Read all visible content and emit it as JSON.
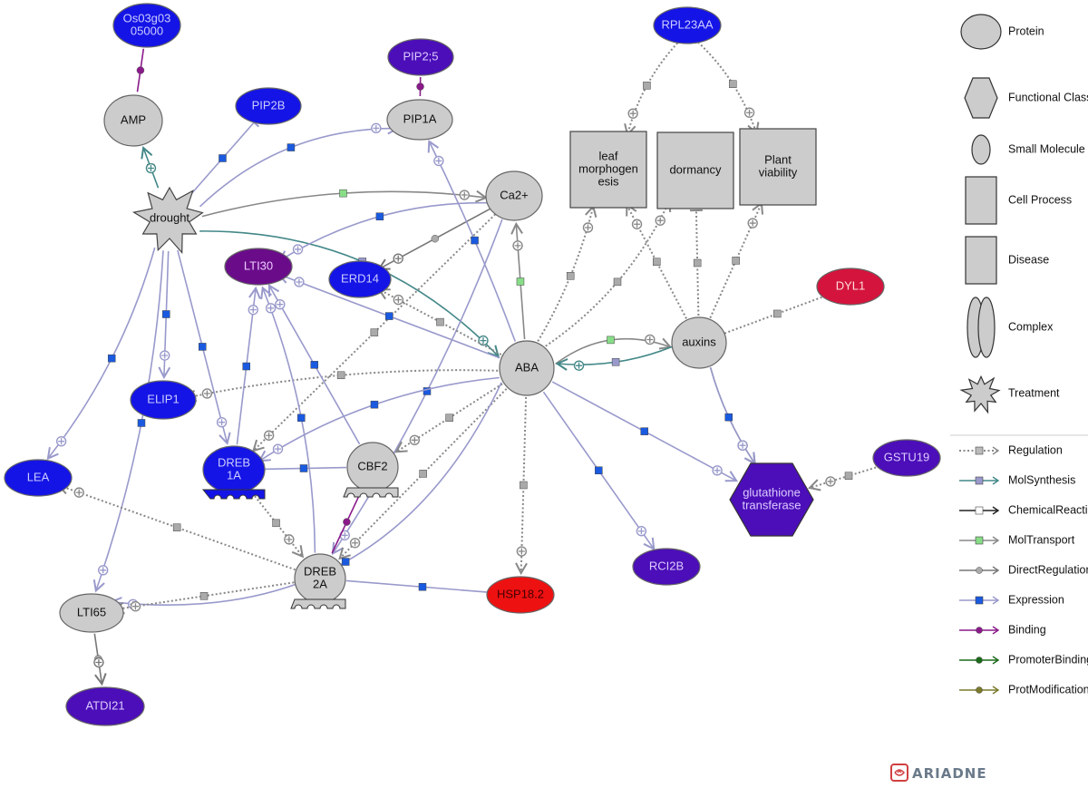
{
  "colors": {
    "grey_node": "#cccccc",
    "blue_node": "#1414e6",
    "purple_node": "#4b0eb8",
    "magenta_node": "#6a0c8a",
    "red_node": "#ee1111",
    "crimson_node": "#d4143c",
    "expression": "#9999cc",
    "regulation": "#888888",
    "molsynthesis": "#448888",
    "moltransport": "#888888",
    "directregulation": "#777777",
    "binding": "#8a1a8a",
    "promoterbinding": "#1a6a1a",
    "protmodification": "#7a7a2a"
  },
  "nodes": [
    {
      "id": "Os03g0305000",
      "lines": [
        "Os03g03",
        "05000"
      ],
      "shape": "ellipse",
      "fill": "blue_node",
      "text_color": "#ccccff"
    },
    {
      "id": "AMP",
      "lines": [
        "AMP"
      ],
      "shape": "ellipse",
      "fill": "grey_node",
      "text_color": "#111111"
    },
    {
      "id": "PIP2B",
      "lines": [
        "PIP2B"
      ],
      "shape": "ellipse",
      "fill": "blue_node",
      "text_color": "#ccccff"
    },
    {
      "id": "PIP2;5",
      "lines": [
        "PIP2;5"
      ],
      "shape": "ellipse",
      "fill": "purple_node",
      "text_color": "#ddccff"
    },
    {
      "id": "PIP1A",
      "lines": [
        "PIP1A"
      ],
      "shape": "ellipse",
      "fill": "grey_node",
      "text_color": "#111111"
    },
    {
      "id": "RPL23AA",
      "lines": [
        "RPL23AA"
      ],
      "shape": "ellipse",
      "fill": "blue_node",
      "text_color": "#ccccff"
    },
    {
      "id": "leaf morphogenesis",
      "lines": [
        "leaf",
        "morphogen",
        "esis"
      ],
      "shape": "rect",
      "fill": "grey_node",
      "text_color": "#111111"
    },
    {
      "id": "dormancy",
      "lines": [
        "dormancy"
      ],
      "shape": "rect",
      "fill": "grey_node",
      "text_color": "#111111"
    },
    {
      "id": "Plant viability",
      "lines": [
        "Plant",
        "viability"
      ],
      "shape": "rect",
      "fill": "grey_node",
      "text_color": "#111111"
    },
    {
      "id": "Ca2+",
      "lines": [
        "Ca2+"
      ],
      "shape": "ellipse",
      "fill": "grey_node",
      "text_color": "#111111"
    },
    {
      "id": "drought",
      "lines": [
        "drought"
      ],
      "shape": "star",
      "fill": "grey_node",
      "text_color": "#111111"
    },
    {
      "id": "LTI30",
      "lines": [
        "LTI30"
      ],
      "shape": "ellipse",
      "fill": "magenta_node",
      "text_color": "#eeccff"
    },
    {
      "id": "ERD14",
      "lines": [
        "ERD14"
      ],
      "shape": "ellipse",
      "fill": "blue_node",
      "text_color": "#ccccff"
    },
    {
      "id": "DYL1",
      "lines": [
        "DYL1"
      ],
      "shape": "ellipse",
      "fill": "crimson_node",
      "text_color": "#ffdddd"
    },
    {
      "id": "auxins",
      "lines": [
        "auxins"
      ],
      "shape": "ellipse",
      "fill": "grey_node",
      "text_color": "#111111"
    },
    {
      "id": "ABA",
      "lines": [
        "ABA"
      ],
      "shape": "ellipse",
      "fill": "grey_node",
      "text_color": "#111111"
    },
    {
      "id": "ELIP1",
      "lines": [
        "ELIP1"
      ],
      "shape": "ellipse",
      "fill": "blue_node",
      "text_color": "#ccccff"
    },
    {
      "id": "DREB1A",
      "lines": [
        "DREB",
        "1A"
      ],
      "shape": "ellipse",
      "fill": "blue_node",
      "text_color": "#ccccff"
    },
    {
      "id": "CBF2",
      "lines": [
        "CBF2"
      ],
      "shape": "ellipse",
      "fill": "grey_node",
      "text_color": "#111111"
    },
    {
      "id": "GSTU19",
      "lines": [
        "GSTU19"
      ],
      "shape": "ellipse",
      "fill": "purple_node",
      "text_color": "#ddccff"
    },
    {
      "id": "glutathione transferase",
      "lines": [
        "glutathione",
        "transferase"
      ],
      "shape": "hexagon",
      "fill": "purple_node",
      "text_color": "#ddccff"
    },
    {
      "id": "LEA",
      "lines": [
        "LEA"
      ],
      "shape": "ellipse",
      "fill": "blue_node",
      "text_color": "#ccccff"
    },
    {
      "id": "DREB2A",
      "lines": [
        "DREB",
        "2A"
      ],
      "shape": "ellipse",
      "fill": "grey_node",
      "text_color": "#111111"
    },
    {
      "id": "HSP18.2",
      "lines": [
        "HSP18.2"
      ],
      "shape": "ellipse",
      "fill": "red_node",
      "text_color": "#440000"
    },
    {
      "id": "RCI2B",
      "lines": [
        "RCI2B"
      ],
      "shape": "ellipse",
      "fill": "purple_node",
      "text_color": "#ddccff"
    },
    {
      "id": "LTI65",
      "lines": [
        "LTI65"
      ],
      "shape": "ellipse",
      "fill": "grey_node",
      "text_color": "#111111"
    },
    {
      "id": "ATDI21",
      "lines": [
        "ATDI21"
      ],
      "shape": "ellipse",
      "fill": "purple_node",
      "text_color": "#ddccff"
    }
  ],
  "edges": [
    {
      "from": "Os03g0305000",
      "to": "AMP",
      "type": "binding"
    },
    {
      "from": "PIP2;5",
      "to": "PIP1A",
      "type": "binding"
    },
    {
      "from": "drought",
      "to": "AMP",
      "type": "molsynthesis"
    },
    {
      "from": "drought",
      "to": "PIP2B",
      "type": "expression",
      "end": "bar"
    },
    {
      "from": "drought",
      "to": "PIP1A",
      "type": "expression"
    },
    {
      "from": "drought",
      "to": "Ca2+",
      "type": "moltransport"
    },
    {
      "from": "drought",
      "to": "ABA",
      "type": "molsynthesis"
    },
    {
      "from": "drought",
      "to": "LEA",
      "type": "expression"
    },
    {
      "from": "drought",
      "to": "ELIP1",
      "type": "expression"
    },
    {
      "from": "drought",
      "to": "DREB1A",
      "type": "expression"
    },
    {
      "from": "drought",
      "to": "LTI65",
      "type": "expression"
    },
    {
      "from": "RPL23AA",
      "to": "leaf morphogenesis",
      "type": "regulation"
    },
    {
      "from": "RPL23AA",
      "to": "Plant viability",
      "type": "regulation"
    },
    {
      "from": "Ca2+",
      "to": "LTI30",
      "type": "expression"
    },
    {
      "from": "Ca2+",
      "to": "ERD14",
      "type": "directregulation"
    },
    {
      "from": "Ca2+",
      "to": "DREB2A",
      "type": "expression"
    },
    {
      "from": "Ca2+",
      "to": "DREB1A",
      "type": "regulation"
    },
    {
      "from": "ABA",
      "to": "PIP1A",
      "type": "expression"
    },
    {
      "from": "ABA",
      "to": "Ca2+",
      "type": "moltransport"
    },
    {
      "from": "ABA",
      "to": "leaf morphogenesis",
      "type": "regulation"
    },
    {
      "from": "ABA",
      "to": "dormancy",
      "type": "regulation"
    },
    {
      "from": "ABA",
      "to": "ERD14",
      "type": "regulation"
    },
    {
      "from": "ABA",
      "to": "LTI30",
      "type": "expression"
    },
    {
      "from": "ABA",
      "to": "ELIP1",
      "type": "regulation"
    },
    {
      "from": "ABA",
      "to": "DREB1A",
      "type": "expression"
    },
    {
      "from": "ABA",
      "to": "CBF2",
      "type": "regulation"
    },
    {
      "from": "ABA",
      "to": "DREB2A",
      "type": "regulation"
    },
    {
      "from": "ABA",
      "to": "HSP18.2",
      "type": "regulation"
    },
    {
      "from": "ABA",
      "to": "RCI2B",
      "type": "expression"
    },
    {
      "from": "ABA",
      "to": "glutathione transferase",
      "type": "expression"
    },
    {
      "from": "ABA",
      "to": "LTI65",
      "type": "expression"
    },
    {
      "from": "ABA",
      "to": "auxins",
      "type": "moltransport"
    },
    {
      "from": "auxins",
      "to": "ABA",
      "type": "molsynthesis"
    },
    {
      "from": "auxins",
      "to": "leaf morphogenesis",
      "type": "regulation"
    },
    {
      "from": "auxins",
      "to": "dormancy",
      "type": "regulation",
      "end": "bar"
    },
    {
      "from": "auxins",
      "to": "Plant viability",
      "type": "regulation"
    },
    {
      "from": "auxins",
      "to": "DYL1",
      "type": "regulation",
      "end": "bar"
    },
    {
      "from": "auxins",
      "to": "glutathione transferase",
      "type": "directregulation"
    },
    {
      "from": "auxins",
      "to": "glutathione transferase",
      "type": "expression"
    },
    {
      "from": "GSTU19",
      "to": "glutathione transferase",
      "type": "regulation"
    },
    {
      "from": "DREB1A",
      "to": "LTI30",
      "type": "expression"
    },
    {
      "from": "CBF2",
      "to": "DREB1A",
      "type": "expression",
      "end": "bar"
    },
    {
      "from": "CBF2",
      "to": "LTI30",
      "type": "expression"
    },
    {
      "from": "CBF2",
      "to": "DREB2A",
      "type": "binding"
    },
    {
      "from": "DREB1A",
      "to": "DREB2A",
      "type": "regulation"
    },
    {
      "from": "DREB2A",
      "to": "LTI30",
      "type": "expression"
    },
    {
      "from": "DREB2A",
      "to": "LEA",
      "type": "regulation"
    },
    {
      "from": "DREB2A",
      "to": "LTI65",
      "type": "regulation"
    },
    {
      "from": "DREB2A",
      "to": "HSP18.2",
      "type": "expression",
      "end": "bar"
    },
    {
      "from": "LTI65",
      "to": "ATDI21",
      "type": "directregulation"
    }
  ],
  "legend": {
    "nodes": [
      {
        "label": "Protein",
        "shape": "circle"
      },
      {
        "label": "Functional Class",
        "shape": "hexagon"
      },
      {
        "label": "Small Molecule",
        "shape": "ellipse"
      },
      {
        "label": "Cell Process",
        "shape": "rect"
      },
      {
        "label": "Disease",
        "shape": "rect"
      },
      {
        "label": "Complex",
        "shape": "complex"
      },
      {
        "label": "Treatment",
        "shape": "star"
      }
    ],
    "edges": [
      {
        "label": "Regulation",
        "color": "#888888",
        "marker": "#bbbbbb",
        "dotted": true
      },
      {
        "label": "MolSynthesis",
        "color": "#448888",
        "marker": "#9999cc",
        "dotted": false
      },
      {
        "label": "ChemicalReaction",
        "color": "#222222",
        "marker": "#ffffff",
        "dotted": false
      },
      {
        "label": "MolTransport",
        "color": "#888888",
        "marker": "#88dd88",
        "dotted": false
      },
      {
        "label": "DirectRegulation",
        "color": "#777777",
        "marker": "#aaaaaa",
        "dotted": false,
        "round": true
      },
      {
        "label": "Expression",
        "color": "#9999cc",
        "marker": "#1a5ae0",
        "dotted": false
      },
      {
        "label": "Binding",
        "color": "#8a1a8a",
        "marker": "#8a1a8a",
        "dotted": false,
        "round": true
      },
      {
        "label": "PromoterBinding",
        "color": "#1a6a1a",
        "marker": "#1a6a1a",
        "dotted": false,
        "round": true
      },
      {
        "label": "ProtModification",
        "color": "#7a7a2a",
        "marker": "#7a7a2a",
        "dotted": false,
        "round": true
      }
    ]
  },
  "brand": "ARIADNE"
}
